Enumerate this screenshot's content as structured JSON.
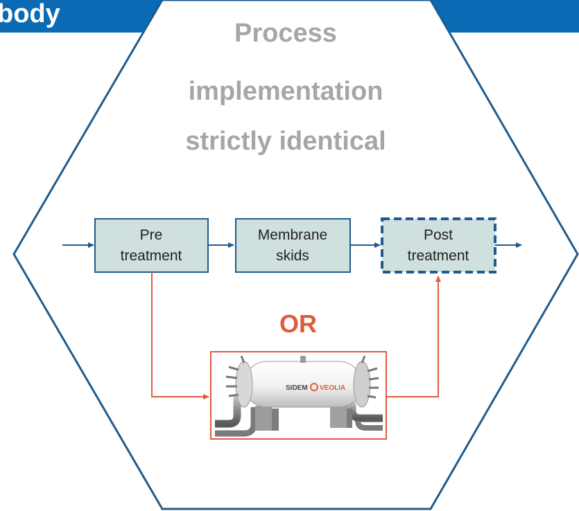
{
  "header": {
    "title_fragment": "body",
    "color": "#0a6ab3"
  },
  "headline": {
    "line1": "Process",
    "line2": "implementation",
    "line3": "strictly identical"
  },
  "flow": {
    "box_fill": "#cfe0df",
    "stroke_color": "#1f5b8e",
    "pretreatment": {
      "line1": "Pre",
      "line2": "treatment"
    },
    "membrane": {
      "line1": "Membrane",
      "line2": "skids"
    },
    "posttreatment": {
      "line1": "Post",
      "line2": "treatment"
    }
  },
  "alternative": {
    "label": "OR",
    "color": "#e05a3c",
    "logo": {
      "brand1": "SIDEM",
      "brand2": "VEOLIA"
    }
  }
}
